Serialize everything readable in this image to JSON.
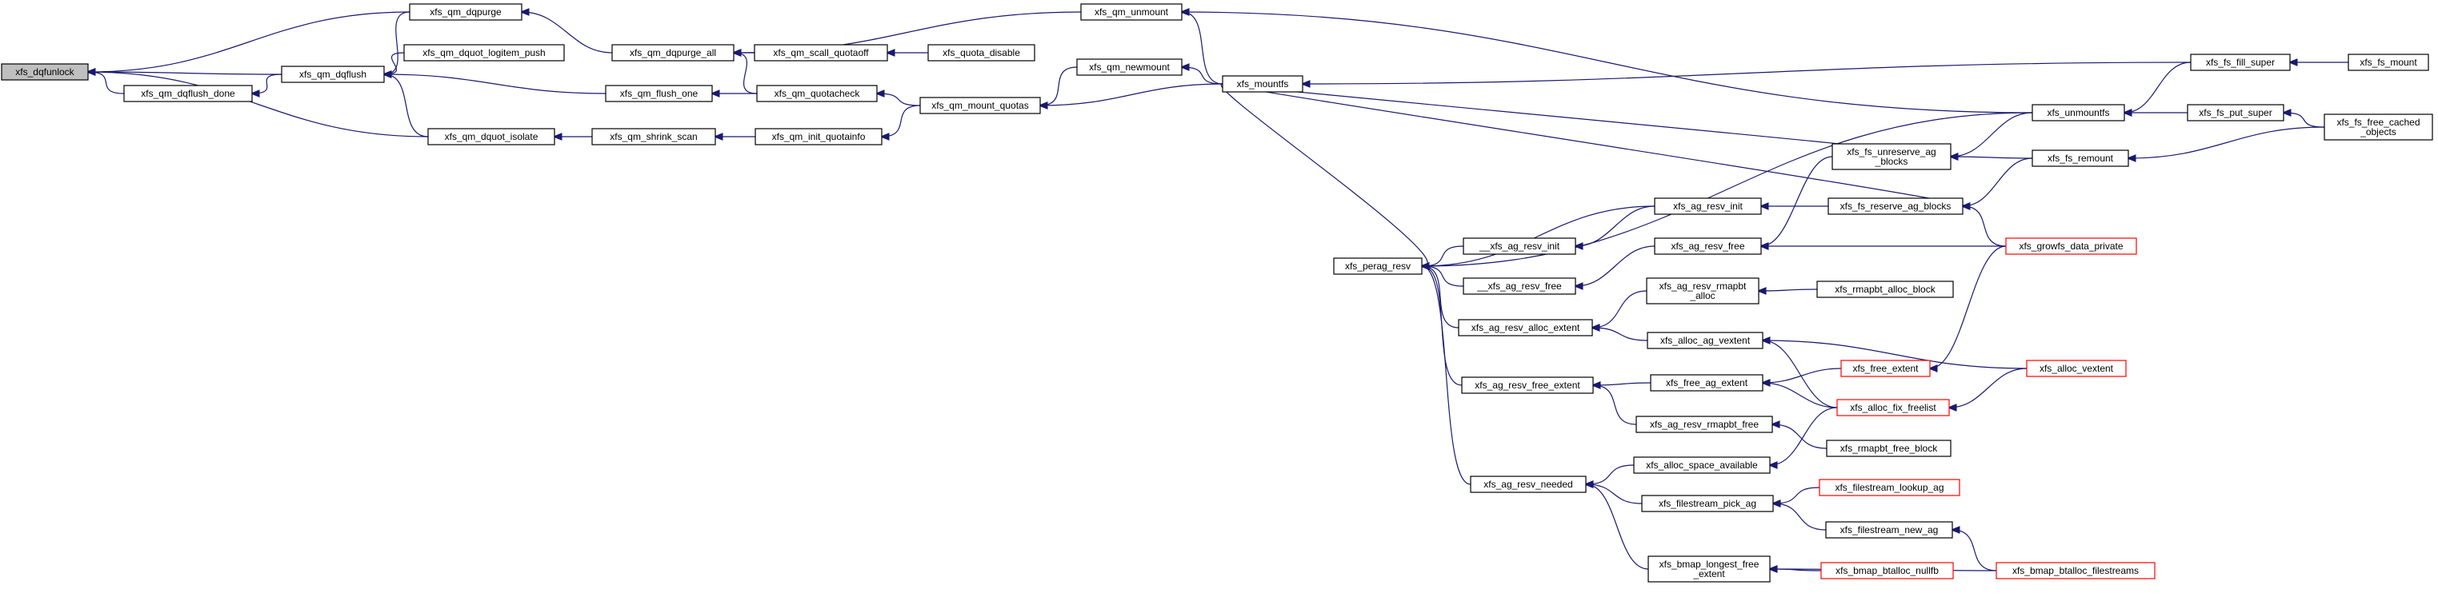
{
  "diagram": {
    "title": "",
    "colors": {
      "edge": "#191970",
      "box_border": "#000000",
      "box_border_incomplete": "#ff0000",
      "root_fill": "#bfbfbf",
      "box_fill": "#ffffff"
    },
    "nodes": [
      {
        "id": "xfs_dqfunlock",
        "lines": [
          "xfs_dqfunlock"
        ],
        "root": true
      },
      {
        "id": "xfs_qm_dqpurge",
        "lines": [
          "xfs_qm_dqpurge"
        ]
      },
      {
        "id": "xfs_qm_dqflush",
        "lines": [
          "xfs_qm_dqflush"
        ]
      },
      {
        "id": "xfs_qm_dqflush_done",
        "lines": [
          "xfs_qm_dqflush_done"
        ]
      },
      {
        "id": "xfs_qm_dquot_logitem_push",
        "lines": [
          "xfs_qm_dquot_logitem_push"
        ]
      },
      {
        "id": "xfs_qm_flush_one",
        "lines": [
          "xfs_qm_flush_one"
        ]
      },
      {
        "id": "xfs_qm_dquot_isolate",
        "lines": [
          "xfs_qm_dquot_isolate"
        ]
      },
      {
        "id": "xfs_qm_dqpurge_all",
        "lines": [
          "xfs_qm_dqpurge_all"
        ]
      },
      {
        "id": "xfs_qm_shrink_scan",
        "lines": [
          "xfs_qm_shrink_scan"
        ]
      },
      {
        "id": "xfs_qm_scall_quotaoff",
        "lines": [
          "xfs_qm_scall_quotaoff"
        ]
      },
      {
        "id": "xfs_qm_quotacheck",
        "lines": [
          "xfs_qm_quotacheck"
        ]
      },
      {
        "id": "xfs_qm_init_quotainfo",
        "lines": [
          "xfs_qm_init_quotainfo"
        ]
      },
      {
        "id": "xfs_quota_disable",
        "lines": [
          "xfs_quota_disable"
        ]
      },
      {
        "id": "xfs_qm_unmount",
        "lines": [
          "xfs_qm_unmount"
        ]
      },
      {
        "id": "xfs_qm_newmount",
        "lines": [
          "xfs_qm_newmount"
        ]
      },
      {
        "id": "xfs_qm_mount_quotas",
        "lines": [
          "xfs_qm_mount_quotas"
        ]
      },
      {
        "id": "xfs_mountfs",
        "lines": [
          "xfs_mountfs"
        ]
      },
      {
        "id": "xfs_perag_resv",
        "lines": [
          "xfs_perag_resv"
        ]
      },
      {
        "id": "__xfs_ag_resv_init",
        "lines": [
          "__xfs_ag_resv_init"
        ]
      },
      {
        "id": "__xfs_ag_resv_free",
        "lines": [
          "__xfs_ag_resv_free"
        ]
      },
      {
        "id": "xfs_ag_resv_alloc_extent",
        "lines": [
          "xfs_ag_resv_alloc_extent"
        ]
      },
      {
        "id": "xfs_ag_resv_free_extent",
        "lines": [
          "xfs_ag_resv_free_extent"
        ]
      },
      {
        "id": "xfs_ag_resv_needed",
        "lines": [
          "xfs_ag_resv_needed"
        ]
      },
      {
        "id": "xfs_ag_resv_init",
        "lines": [
          "xfs_ag_resv_init"
        ]
      },
      {
        "id": "xfs_ag_resv_free",
        "lines": [
          "xfs_ag_resv_free"
        ]
      },
      {
        "id": "xfs_ag_resv_rmapbt_alloc",
        "lines": [
          "xfs_ag_resv_rmapbt",
          "_alloc"
        ]
      },
      {
        "id": "xfs_alloc_ag_vextent",
        "lines": [
          "xfs_alloc_ag_vextent"
        ]
      },
      {
        "id": "xfs_free_ag_extent",
        "lines": [
          "xfs_free_ag_extent"
        ]
      },
      {
        "id": "xfs_ag_resv_rmapbt_free",
        "lines": [
          "xfs_ag_resv_rmapbt_free"
        ]
      },
      {
        "id": "xfs_alloc_space_available",
        "lines": [
          "xfs_alloc_space_available"
        ]
      },
      {
        "id": "xfs_filestream_pick_ag",
        "lines": [
          "xfs_filestream_pick_ag"
        ]
      },
      {
        "id": "xfs_bmap_longest_free_extent",
        "lines": [
          "xfs_bmap_longest_free",
          "_extent"
        ]
      },
      {
        "id": "xfs_fs_unreserve_ag_blocks",
        "lines": [
          "xfs_fs_unreserve_ag",
          "_blocks"
        ]
      },
      {
        "id": "xfs_fs_reserve_ag_blocks",
        "lines": [
          "xfs_fs_reserve_ag_blocks"
        ]
      },
      {
        "id": "xfs_rmapbt_alloc_block",
        "lines": [
          "xfs_rmapbt_alloc_block"
        ]
      },
      {
        "id": "xfs_free_extent",
        "lines": [
          "xfs_free_extent"
        ],
        "red": true
      },
      {
        "id": "xfs_alloc_fix_freelist",
        "lines": [
          "xfs_alloc_fix_freelist"
        ],
        "red": true
      },
      {
        "id": "xfs_rmapbt_free_block",
        "lines": [
          "xfs_rmapbt_free_block"
        ]
      },
      {
        "id": "xfs_filestream_lookup_ag",
        "lines": [
          "xfs_filestream_lookup_ag"
        ],
        "red": true
      },
      {
        "id": "xfs_filestream_new_ag",
        "lines": [
          "xfs_filestream_new_ag"
        ]
      },
      {
        "id": "xfs_bmap_btalloc_nullfb",
        "lines": [
          "xfs_bmap_btalloc_nullfb"
        ],
        "red": true
      },
      {
        "id": "xfs_unmountfs",
        "lines": [
          "xfs_unmountfs"
        ]
      },
      {
        "id": "xfs_fs_remount",
        "lines": [
          "xfs_fs_remount"
        ]
      },
      {
        "id": "xfs_growfs_data_private",
        "lines": [
          "xfs_growfs_data_private"
        ],
        "red": true
      },
      {
        "id": "xfs_alloc_vextent",
        "lines": [
          "xfs_alloc_vextent"
        ],
        "red": true
      },
      {
        "id": "xfs_bmap_btalloc_filestreams",
        "lines": [
          "xfs_bmap_btalloc_filestreams"
        ],
        "red": true
      },
      {
        "id": "xfs_fs_fill_super",
        "lines": [
          "xfs_fs_fill_super"
        ]
      },
      {
        "id": "xfs_fs_put_super",
        "lines": [
          "xfs_fs_put_super"
        ]
      },
      {
        "id": "xfs_fs_mount",
        "lines": [
          "xfs_fs_mount"
        ]
      },
      {
        "id": "xfs_fs_free_cached_objects",
        "lines": [
          "xfs_fs_free_cached",
          "_objects"
        ]
      }
    ],
    "edges": [
      [
        "xfs_qm_dqpurge",
        "xfs_dqfunlock"
      ],
      [
        "xfs_qm_dqflush",
        "xfs_dqfunlock"
      ],
      [
        "xfs_qm_dqflush_done",
        "xfs_dqfunlock"
      ],
      [
        "xfs_qm_dquot_isolate",
        "xfs_dqfunlock"
      ],
      [
        "xfs_qm_dqflush",
        "xfs_qm_dqflush_done"
      ],
      [
        "xfs_qm_dqpurge",
        "xfs_qm_dqflush"
      ],
      [
        "xfs_qm_dquot_logitem_push",
        "xfs_qm_dqflush"
      ],
      [
        "xfs_qm_flush_one",
        "xfs_qm_dqflush"
      ],
      [
        "xfs_qm_dquot_isolate",
        "xfs_qm_dqflush"
      ],
      [
        "xfs_qm_dqpurge_all",
        "xfs_qm_dqpurge"
      ],
      [
        "xfs_qm_shrink_scan",
        "xfs_qm_dquot_isolate"
      ],
      [
        "xfs_qm_quotacheck",
        "xfs_qm_flush_one"
      ],
      [
        "xfs_qm_unmount",
        "xfs_qm_dqpurge_all"
      ],
      [
        "xfs_qm_scall_quotaoff",
        "xfs_qm_dqpurge_all"
      ],
      [
        "xfs_qm_quotacheck",
        "xfs_qm_dqpurge_all"
      ],
      [
        "xfs_qm_init_quotainfo",
        "xfs_qm_shrink_scan"
      ],
      [
        "xfs_quota_disable",
        "xfs_qm_scall_quotaoff"
      ],
      [
        "xfs_qm_mount_quotas",
        "xfs_qm_quotacheck"
      ],
      [
        "xfs_qm_mount_quotas",
        "xfs_qm_init_quotainfo"
      ],
      [
        "xfs_qm_newmount",
        "xfs_qm_mount_quotas"
      ],
      [
        "xfs_mountfs",
        "xfs_qm_mount_quotas"
      ],
      [
        "xfs_mountfs",
        "xfs_qm_unmount"
      ],
      [
        "xfs_mountfs",
        "xfs_qm_newmount"
      ],
      [
        "xfs_unmountfs",
        "xfs_qm_unmount"
      ],
      [
        "xfs_mountfs",
        "xfs_perag_resv"
      ],
      [
        "__xfs_ag_resv_init",
        "xfs_perag_resv"
      ],
      [
        "__xfs_ag_resv_free",
        "xfs_perag_resv"
      ],
      [
        "xfs_ag_resv_alloc_extent",
        "xfs_perag_resv"
      ],
      [
        "xfs_ag_resv_free_extent",
        "xfs_perag_resv"
      ],
      [
        "xfs_ag_resv_needed",
        "xfs_perag_resv"
      ],
      [
        "xfs_ag_resv_init",
        "xfs_perag_resv"
      ],
      [
        "xfs_unmountfs",
        "xfs_perag_resv"
      ],
      [
        "xfs_ag_resv_init",
        "__xfs_ag_resv_init"
      ],
      [
        "xfs_ag_resv_free",
        "__xfs_ag_resv_free"
      ],
      [
        "xfs_ag_resv_rmapbt_alloc",
        "xfs_ag_resv_alloc_extent"
      ],
      [
        "xfs_alloc_ag_vextent",
        "xfs_ag_resv_alloc_extent"
      ],
      [
        "xfs_free_ag_extent",
        "xfs_ag_resv_free_extent"
      ],
      [
        "xfs_ag_resv_rmapbt_free",
        "xfs_ag_resv_free_extent"
      ],
      [
        "xfs_alloc_space_available",
        "xfs_ag_resv_needed"
      ],
      [
        "xfs_filestream_pick_ag",
        "xfs_ag_resv_needed"
      ],
      [
        "xfs_bmap_longest_free_extent",
        "xfs_ag_resv_needed"
      ],
      [
        "xfs_fs_reserve_ag_blocks",
        "xfs_ag_resv_init"
      ],
      [
        "xfs_fs_unreserve_ag_blocks",
        "xfs_ag_resv_free"
      ],
      [
        "xfs_growfs_data_private",
        "xfs_ag_resv_free"
      ],
      [
        "xfs_rmapbt_alloc_block",
        "xfs_ag_resv_rmapbt_alloc"
      ],
      [
        "xfs_alloc_fix_freelist",
        "xfs_alloc_ag_vextent"
      ],
      [
        "xfs_alloc_vextent",
        "xfs_alloc_ag_vextent"
      ],
      [
        "xfs_free_extent",
        "xfs_free_ag_extent"
      ],
      [
        "xfs_alloc_fix_freelist",
        "xfs_free_ag_extent"
      ],
      [
        "xfs_rmapbt_free_block",
        "xfs_ag_resv_rmapbt_free"
      ],
      [
        "xfs_alloc_fix_freelist",
        "xfs_alloc_space_available"
      ],
      [
        "xfs_filestream_lookup_ag",
        "xfs_filestream_pick_ag"
      ],
      [
        "xfs_filestream_new_ag",
        "xfs_filestream_pick_ag"
      ],
      [
        "xfs_bmap_btalloc_filestreams",
        "xfs_filestream_new_ag"
      ],
      [
        "xfs_bmap_btalloc_nullfb",
        "xfs_bmap_longest_free_extent"
      ],
      [
        "xfs_bmap_btalloc_filestreams",
        "xfs_bmap_longest_free_extent"
      ],
      [
        "xfs_alloc_vextent",
        "xfs_alloc_fix_freelist"
      ],
      [
        "xfs_growfs_data_private",
        "xfs_free_extent"
      ],
      [
        "xfs_mountfs",
        "xfs_fs_reserve_ag_blocks"
      ],
      [
        "xfs_fs_remount",
        "xfs_fs_reserve_ag_blocks"
      ],
      [
        "xfs_growfs_data_private",
        "xfs_fs_reserve_ag_blocks"
      ],
      [
        "xfs_mountfs",
        "xfs_fs_unreserve_ag_blocks"
      ],
      [
        "xfs_unmountfs",
        "xfs_fs_unreserve_ag_blocks"
      ],
      [
        "xfs_fs_remount",
        "xfs_fs_unreserve_ag_blocks"
      ],
      [
        "xfs_fs_fill_super",
        "xfs_mountfs"
      ],
      [
        "xfs_fs_fill_super",
        "xfs_unmountfs"
      ],
      [
        "xfs_fs_put_super",
        "xfs_unmountfs"
      ],
      [
        "xfs_fs_free_cached_objects",
        "xfs_fs_remount"
      ],
      [
        "xfs_fs_mount",
        "xfs_fs_fill_super"
      ],
      [
        "xfs_fs_free_cached_objects",
        "xfs_fs_put_super"
      ]
    ]
  }
}
